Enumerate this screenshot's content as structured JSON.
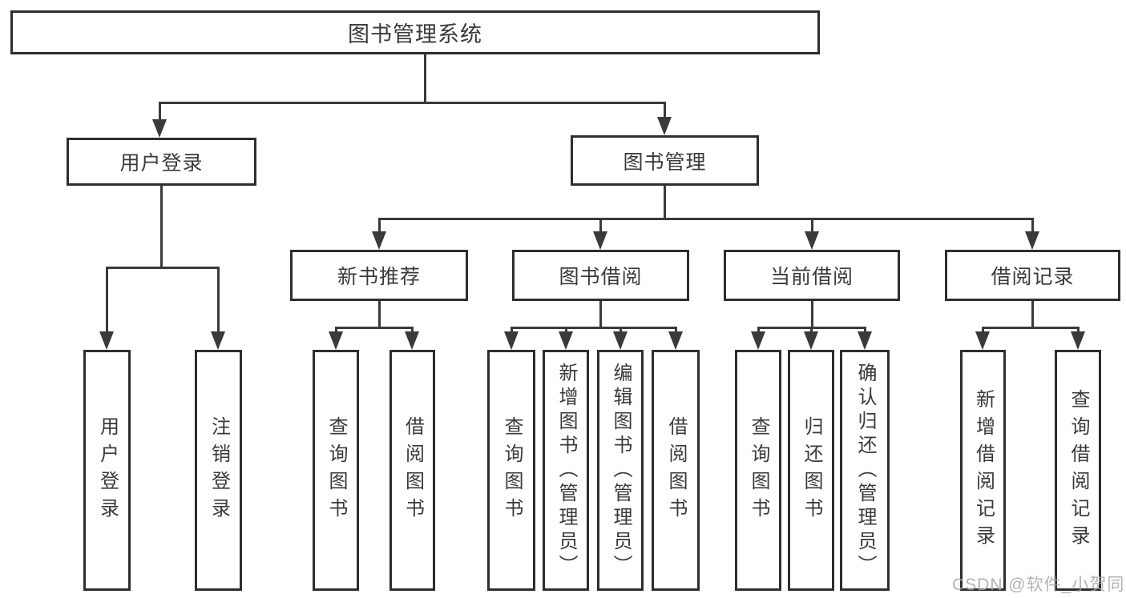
{
  "diagram": {
    "root": {
      "label": "图书管理系统"
    },
    "branches": [
      {
        "label": "用户登录",
        "children": [
          {
            "label": "用户登录"
          },
          {
            "label": "注销登录"
          }
        ]
      },
      {
        "label": "图书管理",
        "children": [
          {
            "label": "新书推荐",
            "children": [
              {
                "label": "查询图书"
              },
              {
                "label": "借阅图书"
              }
            ]
          },
          {
            "label": "图书借阅",
            "children": [
              {
                "label": "查询图书"
              },
              {
                "label": "新增图书（管理员）"
              },
              {
                "label": "编辑图书（管理员）"
              },
              {
                "label": "借阅图书"
              }
            ]
          },
          {
            "label": "当前借阅",
            "children": [
              {
                "label": "查询图书"
              },
              {
                "label": "归还图书"
              },
              {
                "label": "确认归还（管理员）"
              }
            ]
          },
          {
            "label": "借阅记录",
            "children": [
              {
                "label": "新增借阅记录"
              },
              {
                "label": "查询借阅记录"
              }
            ]
          }
        ]
      }
    ],
    "colors": {
      "line": "#3a3a3a",
      "border": "#2e2e2e",
      "text": "#3a3a3a",
      "background": "#ffffff",
      "watermark": "#a6a6a6"
    }
  },
  "watermark": {
    "text": "CSDN @软件_小贺同学"
  }
}
